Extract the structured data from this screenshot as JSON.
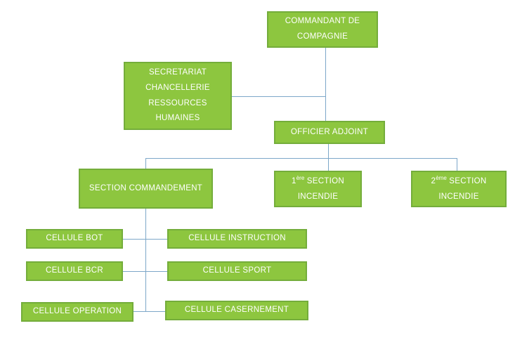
{
  "colors": {
    "box_fill": "#8dc63f",
    "box_border": "#74ad3b",
    "connector": "#7da7c9",
    "text": "#ffffff",
    "background": "#ffffff"
  },
  "org_chart": {
    "nodes": {
      "commandant": {
        "line1": "COMMANDANT DE",
        "line2": "COMPAGNIE"
      },
      "secretariat": {
        "line1": "SECRETARIAT",
        "line2": "CHANCELLERIE",
        "line3": "RESSOURCES",
        "line4": "HUMAINES"
      },
      "officier_adjoint": {
        "label": "OFFICIER ADJOINT"
      },
      "section_commandement": {
        "label": "SECTION COMMANDEMENT"
      },
      "section1": {
        "num": "1",
        "sup": "ère",
        "rest": " SECTION",
        "line2": "INCENDIE"
      },
      "section2": {
        "num": "2",
        "sup": "ème",
        "rest": " SECTION",
        "line2": "INCENDIE"
      },
      "cellule_bot": {
        "label": "CELLULE BOT"
      },
      "cellule_instruction": {
        "label": "CELLULE INSTRUCTION"
      },
      "cellule_bcr": {
        "label": "CELLULE BCR"
      },
      "cellule_sport": {
        "label": "CELLULE SPORT"
      },
      "cellule_operation": {
        "label": "CELLULE OPERATION"
      },
      "cellule_casernement": {
        "label": "CELLULE  CASERNEMENT"
      }
    }
  }
}
